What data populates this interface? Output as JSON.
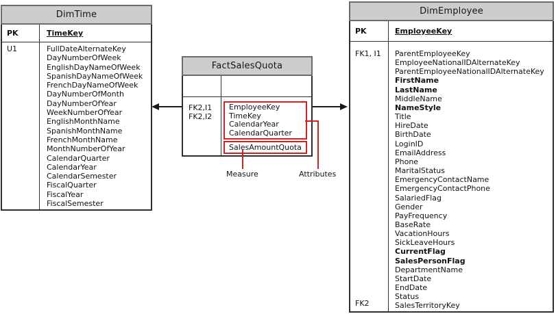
{
  "diagram": {
    "tables": {
      "dim_time": {
        "title": "DimTime",
        "pk_label": "PK",
        "pk_field": "TimeKey",
        "key_labels": [
          "U1"
        ],
        "attributes": [
          "FullDateAlternateKey",
          "DayNumberOfWeek",
          "EnglishDayNameOfWeek",
          "SpanishDayNameOfWeek",
          "FrenchDayNameOfWeek",
          "DayNumberOfMonth",
          "DayNumberOfYear",
          "WeekNumberOfYear",
          "EnglishMonthName",
          "SpanishMonthName",
          "FrenchMonthName",
          "MonthNumberOfYear",
          "CalendarQuarter",
          "CalendarYear",
          "CalendarSemester",
          "FiscalQuarter",
          "FiscalYear",
          "FiscalSemester"
        ]
      },
      "fact_sales_quota": {
        "title": "FactSalesQuota",
        "pk_label": "",
        "pk_field": "",
        "key_labels": [
          "FK2,I1",
          "FK2,I2"
        ],
        "attribute_group": [
          "EmployeeKey",
          "TimeKey",
          "CalendarYear",
          "CalendarQuarter"
        ],
        "measure_group": [
          "SalesAmountQuota"
        ]
      },
      "dim_employee": {
        "title": "DimEmployee",
        "pk_label": "PK",
        "pk_field": "EmployeeKey",
        "key_label_top": "FK1, I1",
        "key_label_bottom": "FK2",
        "attributes": [
          {
            "name": "ParentEmployeeKey"
          },
          {
            "name": "EmployeeNationalIDAlternateKey"
          },
          {
            "name": "ParentEmployeeNationalIDAlternateKey"
          },
          {
            "name": "FirstName",
            "bold": true
          },
          {
            "name": "LastName",
            "bold": true
          },
          {
            "name": "MiddleName"
          },
          {
            "name": "NameStyle",
            "bold": true
          },
          {
            "name": "Title"
          },
          {
            "name": "HireDate"
          },
          {
            "name": "BirthDate"
          },
          {
            "name": "LoginID"
          },
          {
            "name": "EmailAddress"
          },
          {
            "name": "Phone"
          },
          {
            "name": "MaritalStatus"
          },
          {
            "name": "EmergencyContactName"
          },
          {
            "name": "EmergencyContactPhone"
          },
          {
            "name": "SalariedFlag"
          },
          {
            "name": "Gender"
          },
          {
            "name": "PayFrequency"
          },
          {
            "name": "BaseRate"
          },
          {
            "name": "VacationHours"
          },
          {
            "name": "SickLeaveHours"
          },
          {
            "name": "CurrentFlag",
            "bold": true
          },
          {
            "name": "SalesPersonFlag",
            "bold": true
          },
          {
            "name": "DepartmentName"
          },
          {
            "name": "StartDate"
          },
          {
            "name": "EndDate"
          },
          {
            "name": "Status"
          },
          {
            "name": "SalesTerritoryKey"
          }
        ]
      }
    },
    "callouts": {
      "measure_label": "Measure",
      "attributes_label": "Attributes"
    },
    "colors": {
      "header_fill": "#cdcdcd",
      "header_border": "#6b6b6b",
      "body_border": "#2e2e2e",
      "highlight_red": "#cc2222",
      "arrow_black": "#1a1a1a"
    }
  }
}
